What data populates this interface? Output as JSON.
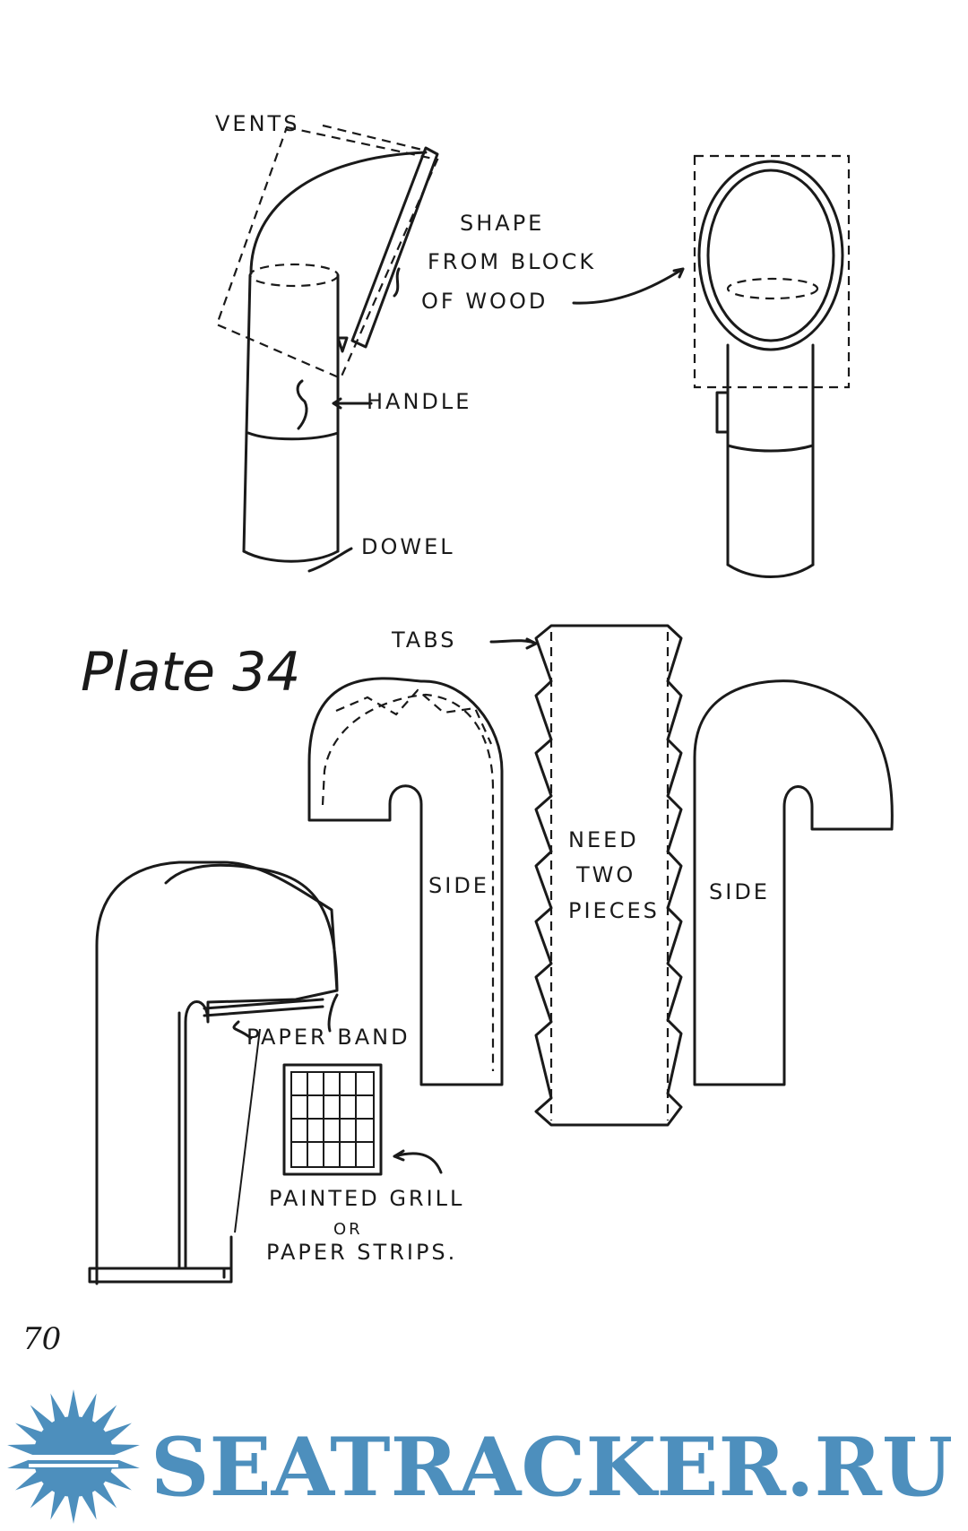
{
  "plate": {
    "title": "Plate 34",
    "page_number": "70"
  },
  "labels": {
    "vents": "VENTS",
    "shape_line1": "SHAPE",
    "shape_line2": "FROM BLOCK",
    "shape_line3": "OF WOOD",
    "handle": "HANDLE",
    "dowel": "DOWEL",
    "tabs": "TABS",
    "side_left": "SIDE",
    "need": "NEED",
    "two": "TWO",
    "pieces": "PIECES",
    "side_right": "SIDE",
    "paper_band": "PAPER BAND",
    "painted_grill": "PAINTED GRILL",
    "or": "OR",
    "paper_strips": "PAPER STRIPS."
  },
  "watermark": {
    "text": "SEATRACKER.RU",
    "color": "#4d8fbd",
    "icon": "sun-icon"
  }
}
